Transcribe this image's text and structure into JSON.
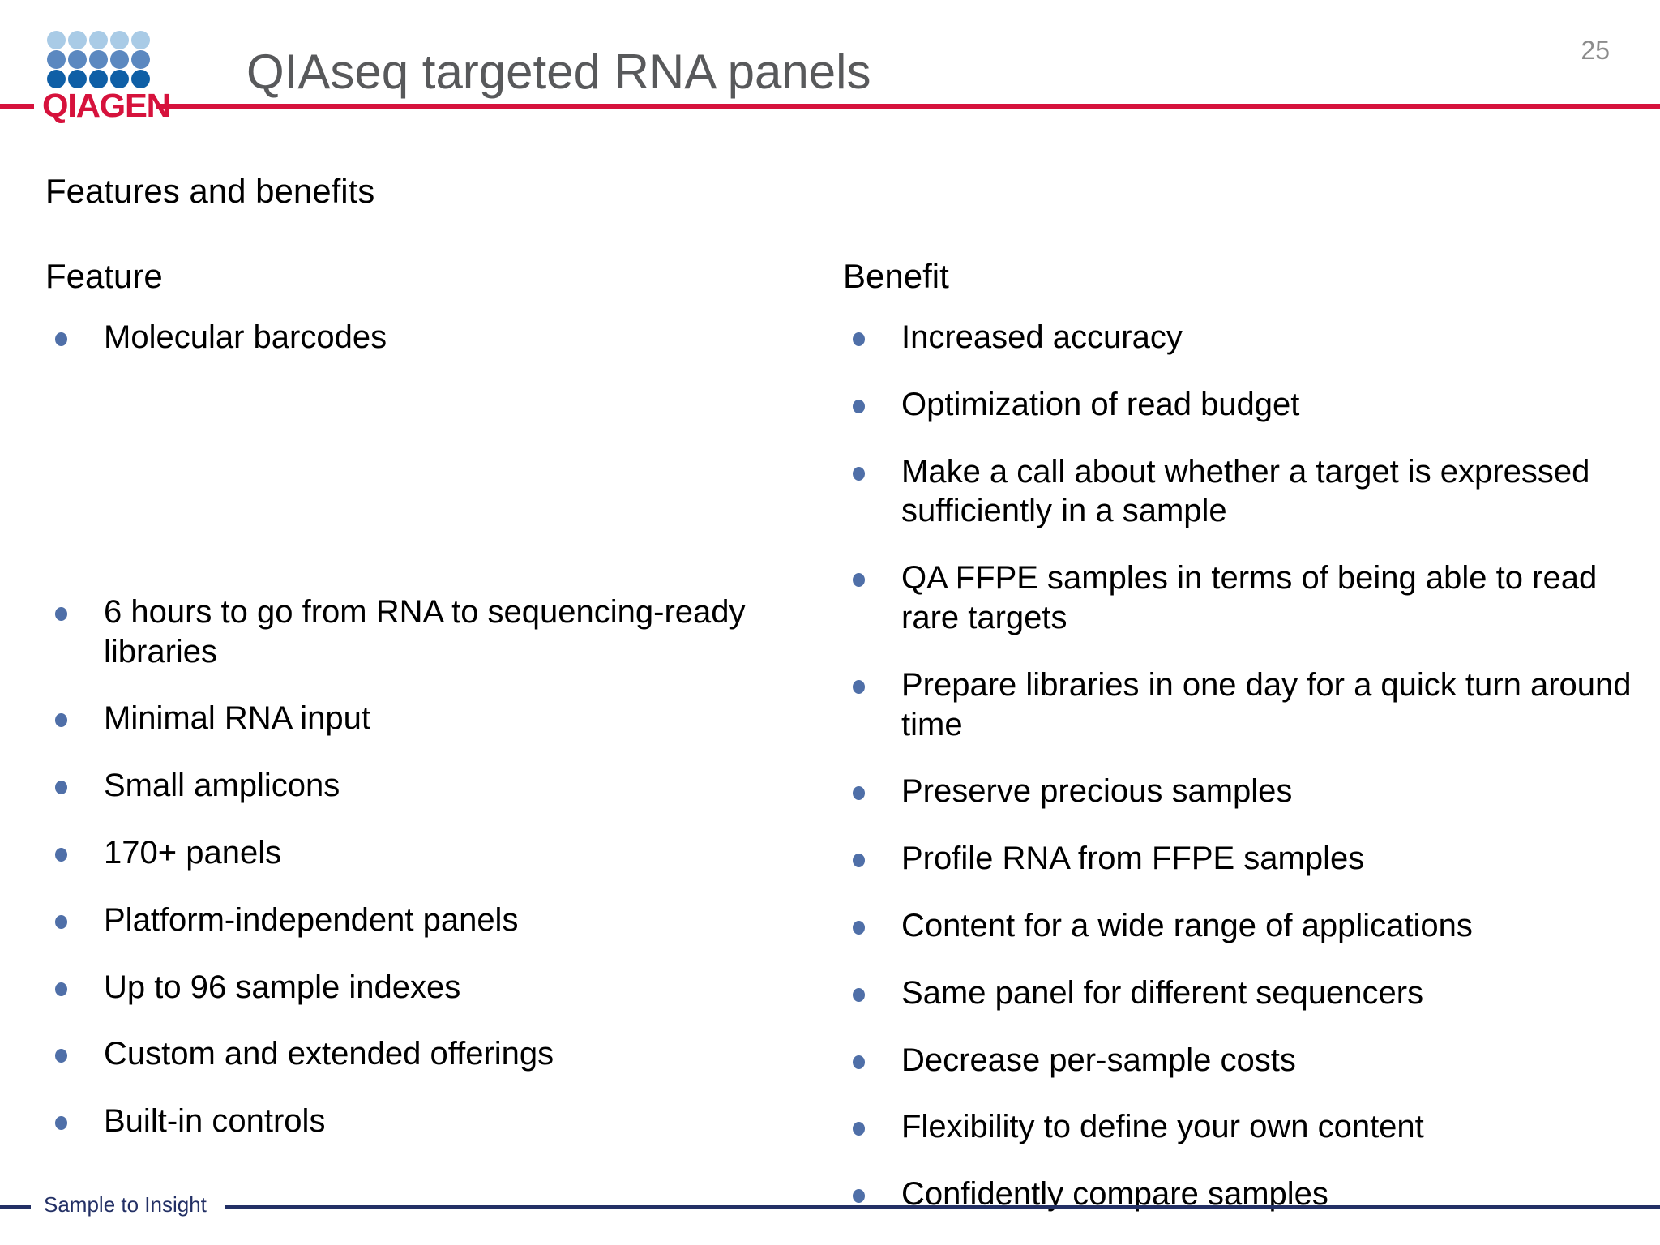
{
  "header": {
    "logo": {
      "brand_name": "QIAGEN",
      "brand_color": "#d6123c",
      "dot_rows": [
        {
          "shade": "#a9cbe6",
          "count": 5
        },
        {
          "shade": "#5b88c0",
          "count": 5
        },
        {
          "shade": "#0f5fa6",
          "count": 5
        }
      ]
    },
    "title": "QIAseq targeted RNA panels",
    "title_color": "#58595b",
    "rule_color": "#d6123c"
  },
  "main": {
    "section_heading": "Features and benefits",
    "bullet_color": "#4f6fa8",
    "columns": [
      {
        "header": "Feature",
        "items": [
          "Molecular barcodes",
          "6 hours to go from RNA to sequencing-ready libraries",
          "Minimal RNA input",
          "Small amplicons",
          "170+ panels",
          "Platform-independent panels",
          "Up to 96 sample indexes",
          "Custom and extended offerings",
          "Built-in controls"
        ]
      },
      {
        "header": "Benefit",
        "items": [
          "Increased accuracy",
          "Optimization of read budget",
          "Make a call about whether a target is expressed sufficiently in a sample",
          "QA FFPE samples in terms of being able to read rare targets",
          "Prepare libraries in one day for a quick turn around time",
          "Preserve precious samples",
          "Profile RNA from FFPE samples",
          "Content for a wide range of applications",
          "Same panel for different sequencers",
          "Decrease per-sample costs",
          "Flexibility to define your own content",
          "Confidently compare samples"
        ]
      }
    ]
  },
  "footer": {
    "tagline": "Sample to Insight",
    "tagline_color": "#233065",
    "page_number": "25"
  }
}
